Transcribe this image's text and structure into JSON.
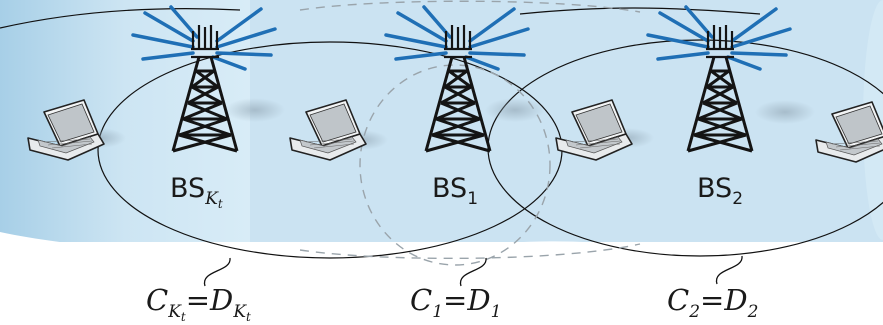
{
  "base_stations": [
    {
      "id": "bs-kt",
      "name": "BS",
      "subscript": "K",
      "sub_subscript": "t"
    },
    {
      "id": "bs-1",
      "name": "BS",
      "subscript": "1",
      "sub_subscript": ""
    },
    {
      "id": "bs-2",
      "name": "BS",
      "subscript": "2",
      "sub_subscript": ""
    }
  ],
  "cell_labels": [
    {
      "left": "C",
      "left_sub": "K",
      "left_subsub": "t",
      "eq": "=",
      "right": "D",
      "right_sub": "K",
      "right_subsub": "t"
    },
    {
      "left": "C",
      "left_sub": "1",
      "left_subsub": "",
      "eq": "=",
      "right": "D",
      "right_sub": "1",
      "right_subsub": ""
    },
    {
      "left": "C",
      "left_sub": "2",
      "left_subsub": "",
      "eq": "=",
      "right": "D",
      "right_sub": "2",
      "right_subsub": ""
    }
  ],
  "colors": {
    "coverage_fill": "#c9e2f1",
    "coverage_edge": "#a9cfe6",
    "tower": "#141414",
    "antenna_rays": "#1f6fb5",
    "dashed_cell": "#9aa4ab"
  },
  "icons": [
    "cell-tower-icon",
    "laptop-icon"
  ]
}
